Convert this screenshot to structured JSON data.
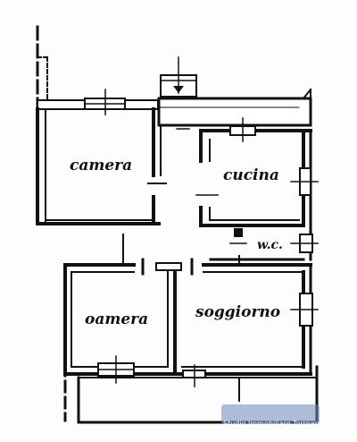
{
  "plan": {
    "rooms": [
      {
        "id": "camera-top",
        "label": "camera"
      },
      {
        "id": "cucina",
        "label": "cucina"
      },
      {
        "id": "wc",
        "label": "w.c."
      },
      {
        "id": "camera-bottom",
        "label": "oamera"
      },
      {
        "id": "soggiorno",
        "label": "soggiorno"
      }
    ],
    "wall_color": "#111111",
    "paper_color": "#fdfdfd"
  },
  "watermark": {
    "text": "Studio Immobiliare Torreano",
    "color": "#6d86b8"
  }
}
